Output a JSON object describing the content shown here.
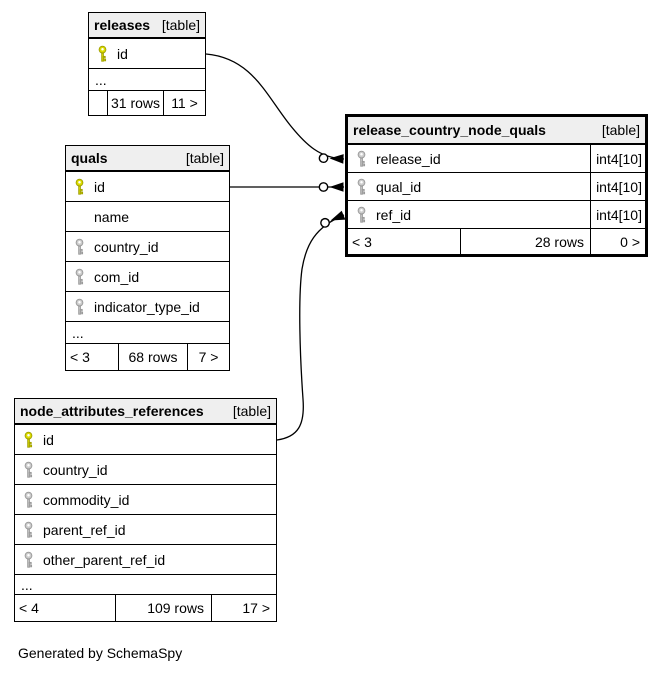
{
  "diagram": {
    "caption": "Generated by SchemaSpy"
  },
  "colors": {
    "background": "#ffffff",
    "border": "#000000",
    "header_bg": "#efefef",
    "primary_key": "#dcdc00",
    "foreign_key": "#cccccc"
  },
  "tables": [
    {
      "name": "releases",
      "tag": "[table]",
      "columns": [
        {
          "name": "id",
          "key": "primary"
        },
        {
          "name": "...",
          "key": "none"
        }
      ],
      "footer": {
        "left": "",
        "center": "31 rows",
        "right": "11 >"
      }
    },
    {
      "name": "quals",
      "tag": "[table]",
      "columns": [
        {
          "name": "id",
          "key": "primary"
        },
        {
          "name": "name",
          "key": "none"
        },
        {
          "name": "country_id",
          "key": "foreign"
        },
        {
          "name": "com_id",
          "key": "foreign"
        },
        {
          "name": "indicator_type_id",
          "key": "foreign"
        },
        {
          "name": "...",
          "key": "none"
        }
      ],
      "footer": {
        "left": "< 3",
        "center": "68 rows",
        "right": "7 >"
      }
    },
    {
      "name": "release_country_node_quals",
      "tag": "[table]",
      "columns": [
        {
          "name": "release_id",
          "key": "foreign",
          "type": "int4[10]"
        },
        {
          "name": "qual_id",
          "key": "foreign",
          "type": "int4[10]"
        },
        {
          "name": "ref_id",
          "key": "foreign",
          "type": "int4[10]"
        }
      ],
      "footer": {
        "left": "< 3",
        "center": "28 rows",
        "right": "0 >"
      }
    },
    {
      "name": "node_attributes_references",
      "tag": "[table]",
      "columns": [
        {
          "name": "id",
          "key": "primary"
        },
        {
          "name": "country_id",
          "key": "foreign"
        },
        {
          "name": "commodity_id",
          "key": "foreign"
        },
        {
          "name": "parent_ref_id",
          "key": "foreign"
        },
        {
          "name": "other_parent_ref_id",
          "key": "foreign"
        },
        {
          "name": "...",
          "key": "none"
        }
      ],
      "footer": {
        "left": "< 4",
        "center": "109 rows",
        "right": "17 >"
      }
    }
  ],
  "relationships": [
    {
      "from": "releases.id",
      "to": "release_country_node_quals.release_id"
    },
    {
      "from": "quals.id",
      "to": "release_country_node_quals.qual_id"
    },
    {
      "from": "node_attributes_references.id",
      "to": "release_country_node_quals.ref_id"
    }
  ]
}
